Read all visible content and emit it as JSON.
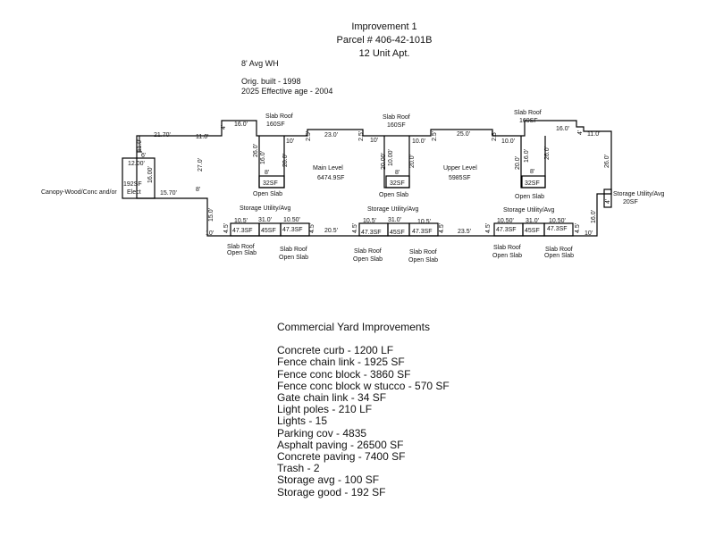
{
  "header": {
    "title": "Improvement 1",
    "parcel": "Parcel # 406-42-101B",
    "description": "12 Unit Apt."
  },
  "notes": {
    "wall_height": "8' Avg WH",
    "built": "Orig. built - 1998",
    "effective": "2025 Effective age - 2004"
  },
  "sketch": {
    "areas": {
      "main_name": "Main Level",
      "main_sf": "6474.9SF",
      "upper_name": "Upper Level",
      "upper_sf": "5985SF",
      "canopy": "Canopy-Wood/Conc and/or",
      "canopy_sf": "192SF",
      "canopy_elect": "Elect",
      "storage_right": "Storage Utility/Avg",
      "storage_right_sf": "20SF",
      "storage_label": "Storage Utility/Avg",
      "slab_roof": "Slab Roof",
      "slab_roof_sf": "160SF",
      "open_slab": "Open Slab",
      "sf32": "32SF",
      "sf47": "47.3SF",
      "sf45": "45SF"
    },
    "dims": {
      "d21_70": "21.70'",
      "d11_0": "11.0'",
      "d16_0": "16.0'",
      "d6": "6'",
      "d12_00": "12.00'",
      "d16_00": "16.00'",
      "d15_70": "15.70'",
      "d27_0": "27.0'",
      "d8": "8'",
      "d15_0": "15.0'",
      "d10": "10'",
      "d4": "4'",
      "d26_0": "26.0'",
      "d20_0": "20.0'",
      "d10_0": "10.0'",
      "d10_00": "10.00'",
      "d2_5": "2.5'",
      "d23_0": "23.0'",
      "d25_0": "25.0'",
      "d20_00": "20.00'",
      "d10_5": "10.5'",
      "d31_0": "31.0'",
      "d10_50": "10.50'",
      "d20_5": "20.5'",
      "d23_5": "23.5'",
      "d4_5": "4.5'",
      "d16_0b": "16.0'"
    }
  },
  "yard": {
    "title": "Commercial Yard Improvements",
    "items": [
      "Concrete curb - 1200 LF",
      "Fence chain link - 1925 SF",
      "Fence conc block - 3860 SF",
      "Fence conc block w stucco - 570 SF",
      "Gate chain link - 34 SF",
      "Light poles - 210 LF",
      "Lights - 15",
      "Parking cov - 4835",
      "Asphalt paving - 26500 SF",
      "Concrete paving - 7400 SF",
      "Trash - 2",
      "Storage avg - 100 SF",
      "Storage good - 192 SF"
    ]
  }
}
